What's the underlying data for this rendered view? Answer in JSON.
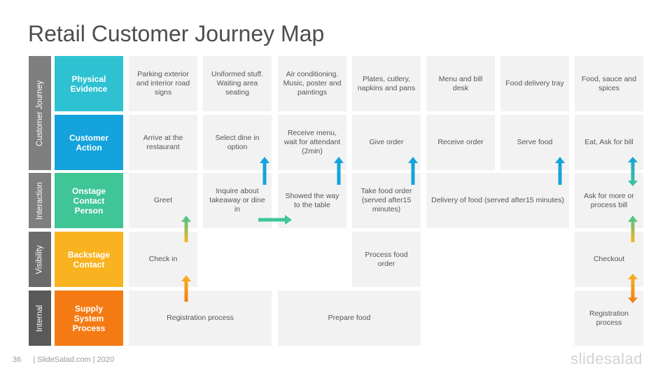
{
  "title": "Retail Customer Journey Map",
  "bands": [
    "Customer Journey",
    "Interaction",
    "Visibility",
    "Internal"
  ],
  "row_headers": [
    "Physical Evidence",
    "Customer Action",
    "Onstage Contact Person",
    "Backstage Contact",
    "Supply System Process"
  ],
  "colors": {
    "band_dark": "#7f7f7f",
    "band_darkest": "#595959",
    "teal": "#2ec1d1",
    "blue": "#14a3dc",
    "green": "#3fc596",
    "yellow": "#f9b320",
    "orange": "#f47b14",
    "cell": "#f2f2f2"
  },
  "physical_evidence": [
    "Parking exterior and interior road signs",
    "Uniformed stuff. Waiting area seating",
    "Air conditioning. Music, poster and paintings",
    "Plates, cutlery, napkins and pans",
    "Menu and bill desk",
    "Food delivery tray",
    "Food, sauce and spices"
  ],
  "customer_action": [
    "Arrive at the restaurant",
    "Select dine in option",
    "Receive menu, wait for attendant (2min)",
    "Give order",
    "Receive order",
    "Serve food",
    "Eat, Ask for bill"
  ],
  "onstage": [
    "Greet",
    "Inquire about takeaway or dine in",
    "Showed the way to the table",
    "Take food order (served after15 minutes)",
    "Delivery of food (served after15 minutes)",
    "Ask for more or process bill"
  ],
  "backstage": [
    "Check in",
    "Process food order",
    "Checkout"
  ],
  "supply": [
    "Registration process",
    "Prepare food",
    "Registration process"
  ],
  "footer": {
    "page": "36",
    "text": "| SlideSalad.com | 2020"
  },
  "logo": "slidesalad"
}
